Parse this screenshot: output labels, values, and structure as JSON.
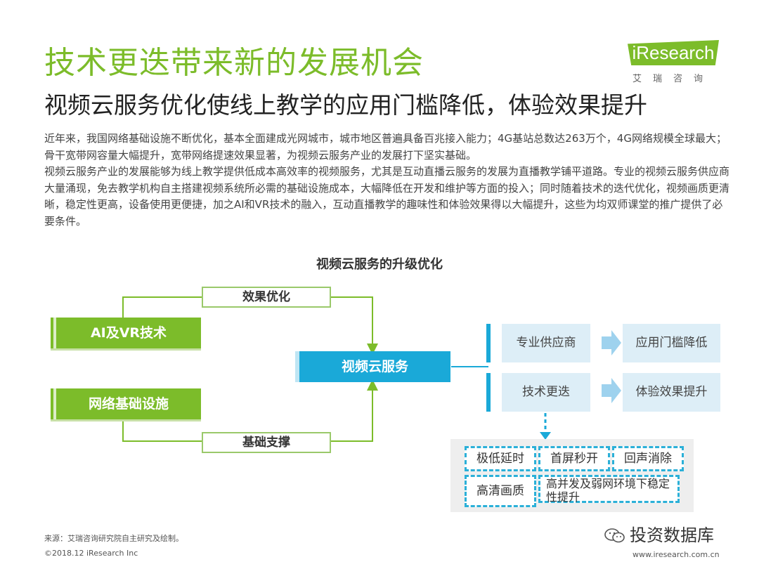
{
  "header": {
    "title": "技术更迭带来新的发展机会",
    "subtitle": "视频云服务优化使线上教学的应用门槛降低，体验效果提升"
  },
  "logo": {
    "brand": "iResearch",
    "cn": "艾瑞咨询"
  },
  "body": {
    "p1": "近年来，我国网络基础设施不断优化，基本全面建成光网城市，城市地区普遍具备百兆接入能力；4G基站总数达263万个，4G网络规模全球最大；骨干宽带网容量大幅提升，宽带网络提速效果显著，为视频云服务产业的发展打下坚实基础。",
    "p2": "视频云服务产业的发展能够为线上教学提供低成本高效率的视频服务，尤其是互动直播云服务的发展为直播教学铺平道路。专业的视频云服务供应商大量涌现，免去教学机构自主搭建视频系统所必需的基础设施成本，大幅降低在开发和维护等方面的投入；同时随着技术的迭代优化，视频画质更清晰，稳定性更高，设备使用更便捷，加之AI和VR技术的融入，互动直播教学的趣味性和体验效果得以大幅提升，这些为均双师课堂的推广提供了必要条件。"
  },
  "diagram": {
    "title": "视频云服务的升级优化",
    "inputs": [
      "AI及VR技术",
      "网络基础设施"
    ],
    "connectors": {
      "top": "效果优化",
      "bottom": "基础支撑"
    },
    "center": "视频云服务",
    "drivers": [
      "专业供应商",
      "技术更迭"
    ],
    "outcomes": [
      "应用门槛降低",
      "体验效果提升"
    ],
    "features": [
      "极低延时",
      "首屏秒开",
      "回声消除",
      "高清画质",
      "高并发及弱网环境下稳定性提升"
    ]
  },
  "footer": {
    "source": "来源：艾瑞咨询研究院自主研究及绘制。",
    "copyright": "©2018.12 iResearch Inc",
    "website": "www.iresearch.com.cn",
    "wechat": "投资数据库"
  },
  "colors": {
    "green": "#7cbc2a",
    "blue": "#1aa9d8",
    "light_blue": "#ddeef7"
  }
}
